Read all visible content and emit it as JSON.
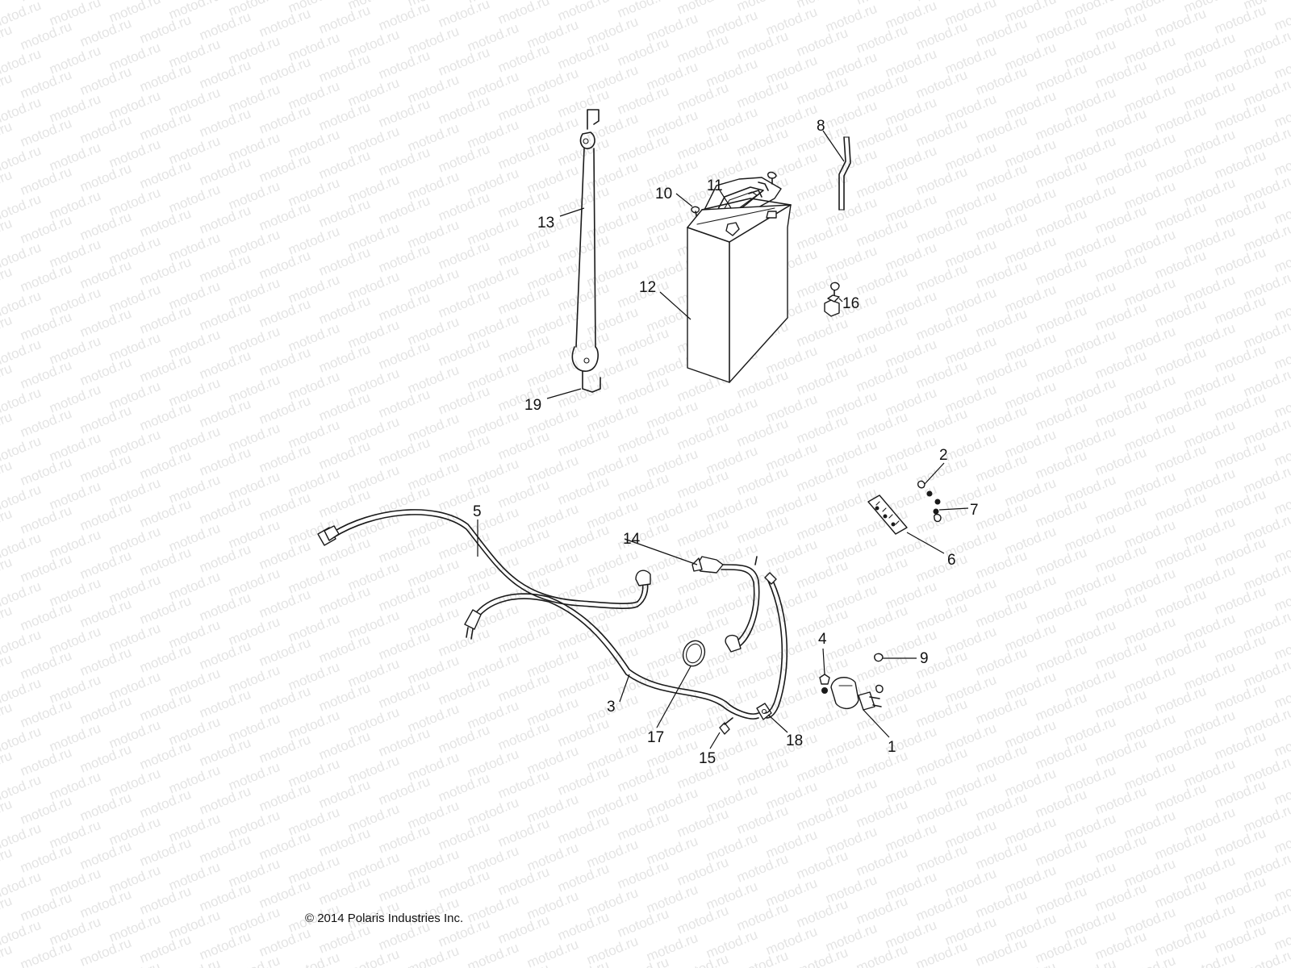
{
  "watermark": "motod.ru",
  "copyright": "© 2014 Polaris Industries Inc.",
  "callouts": {
    "c1": "1",
    "c2": "2",
    "c3": "3",
    "c4": "4",
    "c5": "5",
    "c6": "6",
    "c7": "7",
    "c8": "8",
    "c9": "9",
    "c10": "10",
    "c11": "11",
    "c12": "12",
    "c13": "13",
    "c14": "14",
    "c15": "15",
    "c16": "16",
    "c17": "17",
    "c18": "18",
    "c19": "19"
  },
  "colors": {
    "ink": "#1a1a1a",
    "watermark": "#e4e4e4",
    "background": "#ffffff"
  }
}
